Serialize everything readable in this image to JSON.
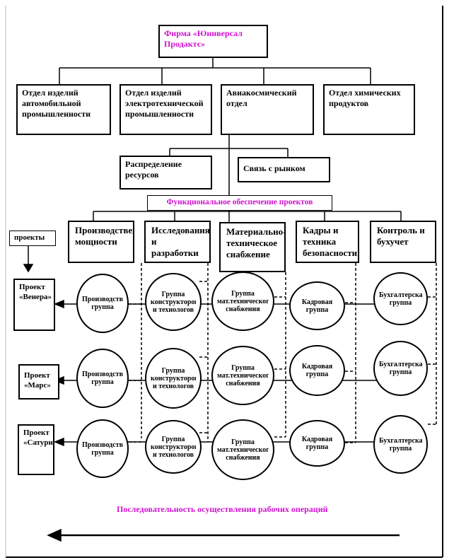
{
  "company": "Фирма «Юниверсал Продактс»",
  "divisions": [
    "Отдел изделий автомобильной промышленности",
    "Отдел изделий электротехнической промышленности",
    "Авиакосмический отдел",
    "Отдел химических продуктов"
  ],
  "support": {
    "resources": "Распределение ресурсов",
    "market": "Связь с рынком"
  },
  "functional_support": "Функциональное обеспечение проектов",
  "departments": [
    "Производственные мощности",
    "Исследования и разработки",
    "Материально-техническое снабжение",
    "Кадры и техника безопасности",
    "Контроль и бухучет"
  ],
  "projects_label": "проекты",
  "projects": [
    "Проект «Венера»",
    "Проект «Марс»",
    "Проект «Сатурн»"
  ],
  "groups": {
    "production": "Производственная группа",
    "research": "Группа конструкторов и технологов",
    "supply": "Группа мат.технического снабжения",
    "hr": "Кадровая группа",
    "accounting": "Бухгалтерская группа"
  },
  "sequence_label": "Последовательность осуществления рабочих операций",
  "colors": {
    "accent": "#d010d0",
    "line": "#000000"
  }
}
